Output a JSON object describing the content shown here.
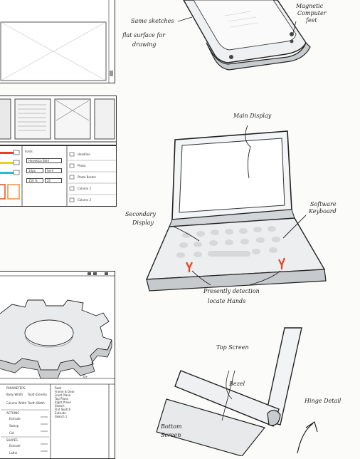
{
  "annotations": {
    "tablet": {
      "same_sketches": "Same sketches",
      "flat_surface": "flat surface for",
      "drawing": "drawing",
      "magnetic": "Magnetic",
      "computer": "Computer",
      "feet": "feet"
    },
    "laptop": {
      "main_display": "Main Display",
      "software": "Software",
      "keyboard": "Keyboard",
      "secondary": "Secondary",
      "display": "Display",
      "presently_detection": "Presently detection",
      "locate_hands": "locate Hands"
    },
    "hinge": {
      "top_screen": "Top Screen",
      "bezel": "Bezel",
      "hinge_detail": "Hinge Detail",
      "bottom": "Bottom",
      "screen": "Screen"
    }
  },
  "ui_panels": {
    "middle": {
      "fonts_label": "Fonts",
      "font_name": "Helvetica Bold",
      "font_size": "14px",
      "font_style": "Serif",
      "spacing": "150 %",
      "spacing_num": "20",
      "layer_items": [
        "Headline",
        "Photo",
        "Photo Border",
        "Column 1",
        "Column 2"
      ]
    },
    "bottom": {
      "section_params": "PARAMETERS",
      "param_1": "Body Width",
      "param_2": "Tooth Density",
      "param_3": "Column Width",
      "param_4": "Tooth Width",
      "section_actions": "ACTIONS",
      "actions": [
        "Extrude",
        "Sweep",
        "Cut"
      ],
      "section_shapes": "SHAPES",
      "shapes": [
        "Extrude",
        "Lathe"
      ],
      "tree_items": [
        "Root",
        "Frame & Gear",
        "Front Plane",
        "Top Plane",
        "Right Plane",
        "Sketch",
        "Flat Sketch",
        "Extrude",
        "Sketch 1"
      ],
      "zoom": "Q+"
    }
  },
  "colors": {
    "red_marker": "#e8401c",
    "orange_marker": "#f08a2a",
    "yellow_marker": "#e8d21c",
    "cyan_marker": "#2ab8d8",
    "grey_shade": "#d6d8da"
  }
}
